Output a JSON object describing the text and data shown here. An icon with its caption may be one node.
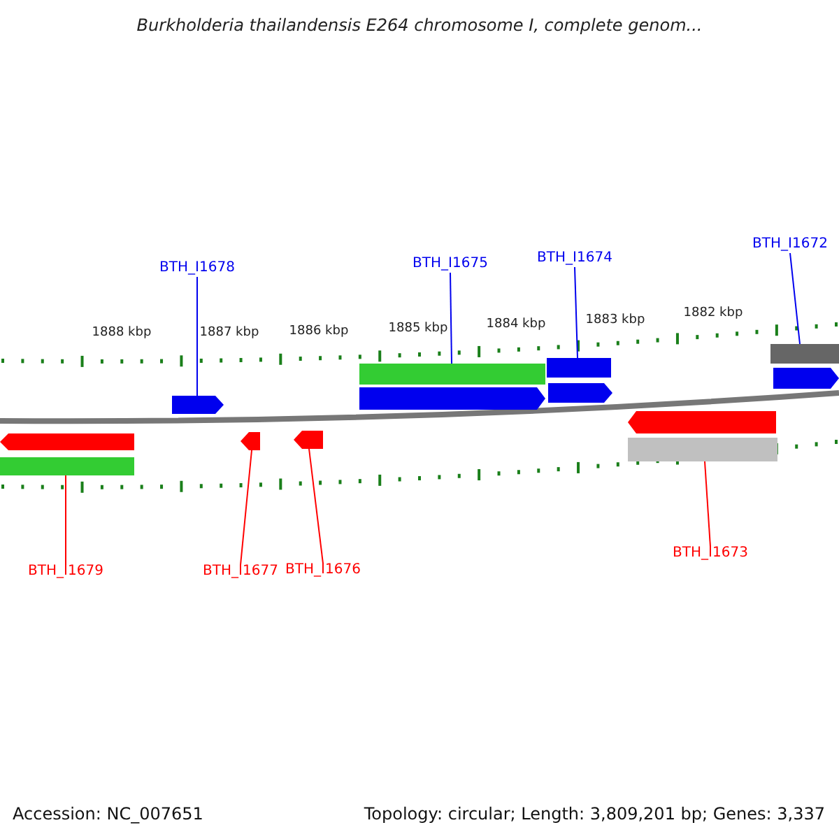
{
  "diagram": {
    "title": "Burkholderia thailandensis E264 chromosome I, complete genom...",
    "nodes": [
      {
        "text": [
          "BTH_I1678"
        ]
      },
      {
        "text": [
          "BTH_I1675"
        ]
      },
      {
        "text": [
          "BTH_I1674"
        ]
      },
      {
        "text": [
          "BTH_I1672"
        ]
      },
      {
        "text": [
          "BTH_I1679"
        ]
      },
      {
        "text": [
          "BTH_I1677"
        ]
      },
      {
        "text": [
          "BTH_I1676"
        ]
      },
      {
        "text": [
          "BTH_I1673"
        ]
      },
      {
        "text": [],
        "shape": "bar"
      },
      {
        "text": [],
        "shape": "bar"
      },
      {
        "text": [],
        "shape": "bar"
      },
      {
        "text": [],
        "shape": "bar"
      },
      {
        "text": [],
        "shape": "bar"
      },
      {
        "text": [],
        "shape": "bar"
      },
      {
        "text": [],
        "shape": "bar"
      },
      {
        "text": [],
        "shape": "bar"
      },
      {
        "text": [],
        "shape": "bar"
      },
      {
        "text": [],
        "shape": "bar"
      },
      {
        "text": [],
        "shape": "bar"
      },
      {
        "text": [],
        "shape": "bar"
      },
      {
        "text": [],
        "shape": "bar"
      }
    ],
    "edges": [
      {
        "from": 0,
        "to": 10,
        "arrow": "none"
      },
      {
        "from": 1,
        "to": 13,
        "arrow": "none"
      },
      {
        "from": 2,
        "to": 15,
        "arrow": "none"
      },
      {
        "from": 3,
        "to": 19,
        "arrow": "none"
      },
      {
        "from": 4,
        "to": 9,
        "arrow": "none",
        "color": "#ff0000"
      },
      {
        "from": 5,
        "to": 11,
        "arrow": "none",
        "color": "#ff0000"
      },
      {
        "from": 6,
        "to": 12,
        "arrow": "none",
        "color": "#ff0000"
      },
      {
        "from": 7,
        "to": 18,
        "arrow": "none",
        "color": "#ff0000"
      }
    ],
    "labels": [
      "1888 kbp",
      "1887 kbp",
      "1886 kbp",
      "1885 kbp",
      "1884 kbp",
      "1883 kbp",
      "1882 kbp",
      "Accession: NC_007651",
      "Topology: circular; Length: 3,809,201 bp; Genes: 3,337"
    ]
  }
}
